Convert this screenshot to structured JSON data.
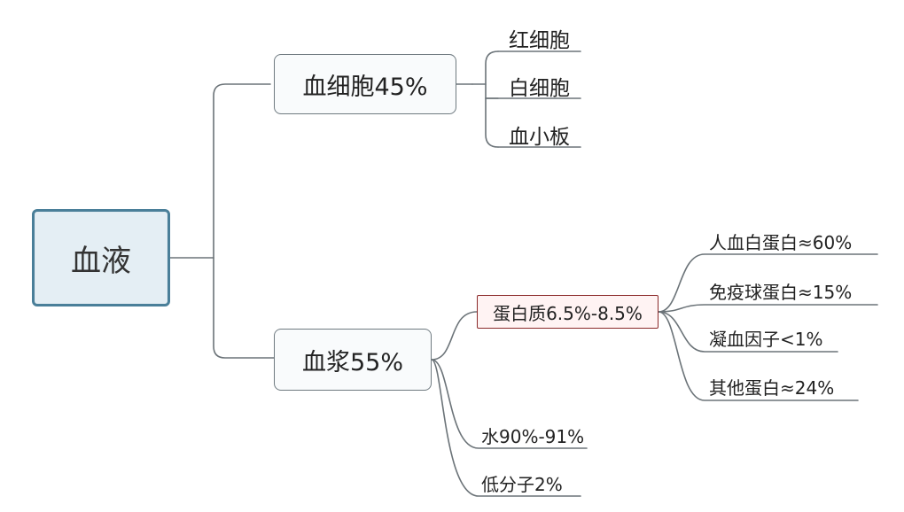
{
  "root": {
    "label": "血液"
  },
  "cells": {
    "label": "血细胞45%",
    "children": [
      "红细胞",
      "白细胞",
      "血小板"
    ]
  },
  "plasma": {
    "label": "血浆55%",
    "protein": {
      "label": "蛋白质6.5%-8.5%",
      "children": [
        "人血白蛋白≈60%",
        "免疫球蛋白≈15%",
        "凝血因子<1%",
        "其他蛋白≈24%"
      ]
    },
    "others": [
      "水90%-91%",
      "低分子2%"
    ]
  },
  "colors": {
    "line": "#6b7378",
    "root_border": "#4a7f99",
    "root_fill": "#e4eef4",
    "protein_border": "#8b2a2a",
    "protein_fill": "#fff3f3"
  }
}
